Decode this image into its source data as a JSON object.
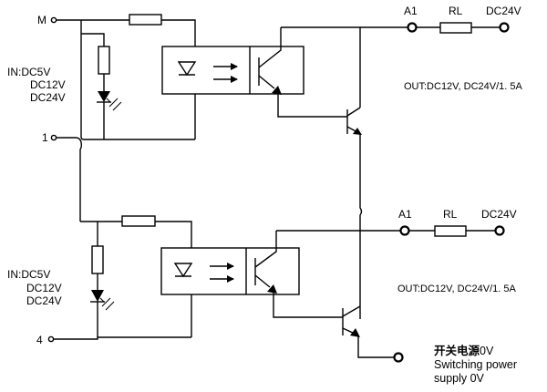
{
  "labels": {
    "terminal_m": "M",
    "terminal_1": "1",
    "terminal_4": "4",
    "input1": {
      "prefix": "IN:",
      "lines": [
        "DC5V",
        "DC12V",
        "DC24V"
      ]
    },
    "input2": {
      "prefix": "IN:",
      "lines": [
        "DC5V",
        "DC12V",
        "DC24V"
      ]
    },
    "a1_top": "A1",
    "rl_top": "RL",
    "dc24_top": "DC24V",
    "a1_mid": "A1",
    "rl_mid": "RL",
    "dc24_mid": "DC24V",
    "out1": "OUT:DC12V, DC24V/1. 5A",
    "out2": "OUT:DC12V, DC24V/1. 5A",
    "supply_cn": "开关电源",
    "supply_0v": "0V",
    "supply_en1": "Switching power",
    "supply_en2": "supply 0V"
  }
}
